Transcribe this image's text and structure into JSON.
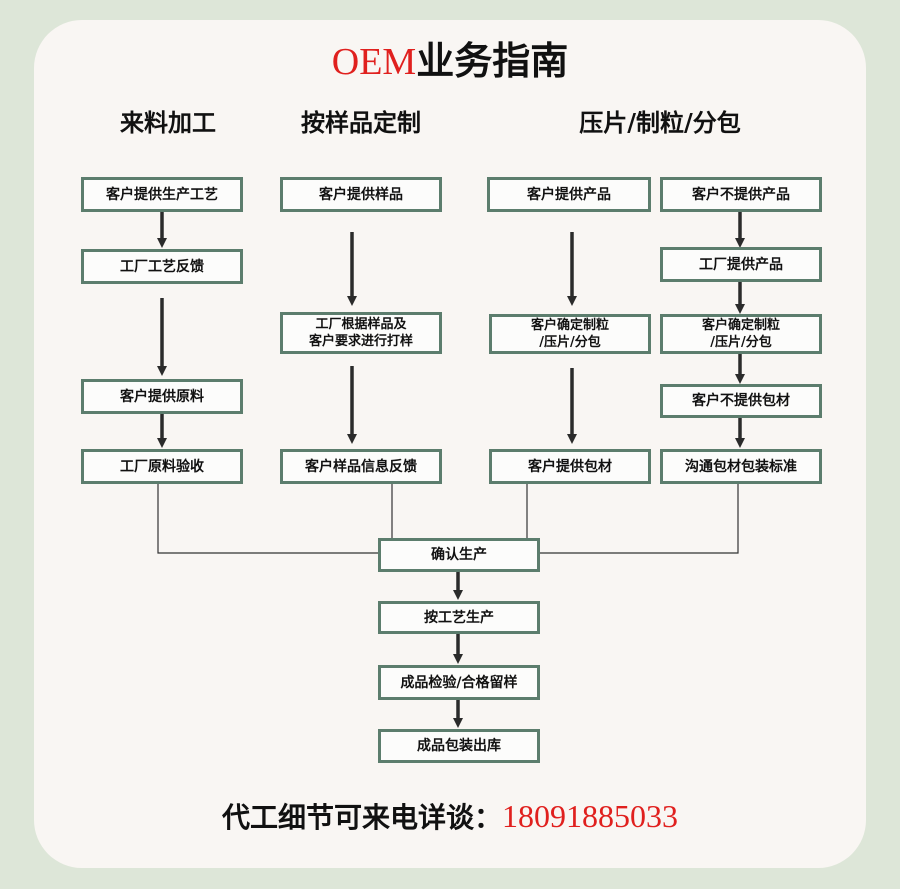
{
  "title": {
    "accent": "OEM",
    "main": "业务指南"
  },
  "columns": {
    "col1": "来料加工",
    "col2": "按样品定制",
    "col3": "压片/制粒/分包"
  },
  "boxes": {
    "c1_provide_process": "客户提供生产工艺",
    "c1_process_feedback": "工厂工艺反馈",
    "c1_provide_material": "客户提供原料",
    "c1_material_check": "工厂原料验收",
    "c2_provide_sample": "客户提供样品",
    "c2_sample_making": "工厂根据样品及\n客户要求进行打样",
    "c2_sample_feedback": "客户样品信息反馈",
    "c3_provide_product": "客户提供产品",
    "c3_confirm_form": "客户确定制粒\n/压片/分包",
    "c3_provide_packaging": "客户提供包材",
    "c4_no_product": "客户不提供产品",
    "c4_factory_product": "工厂提供产品",
    "c4_confirm_form": "客户确定制粒\n/压片/分包",
    "c4_no_packaging": "客户不提供包材",
    "c4_packaging_standard": "沟通包材包装标准",
    "confirm_production": "确认生产",
    "process_production": "按工艺生产",
    "inspection": "成品检验/合格留样",
    "packing_out": "成品包装出库"
  },
  "footer": {
    "label": "代工细节可来电详谈：",
    "phone": "18091885033"
  }
}
